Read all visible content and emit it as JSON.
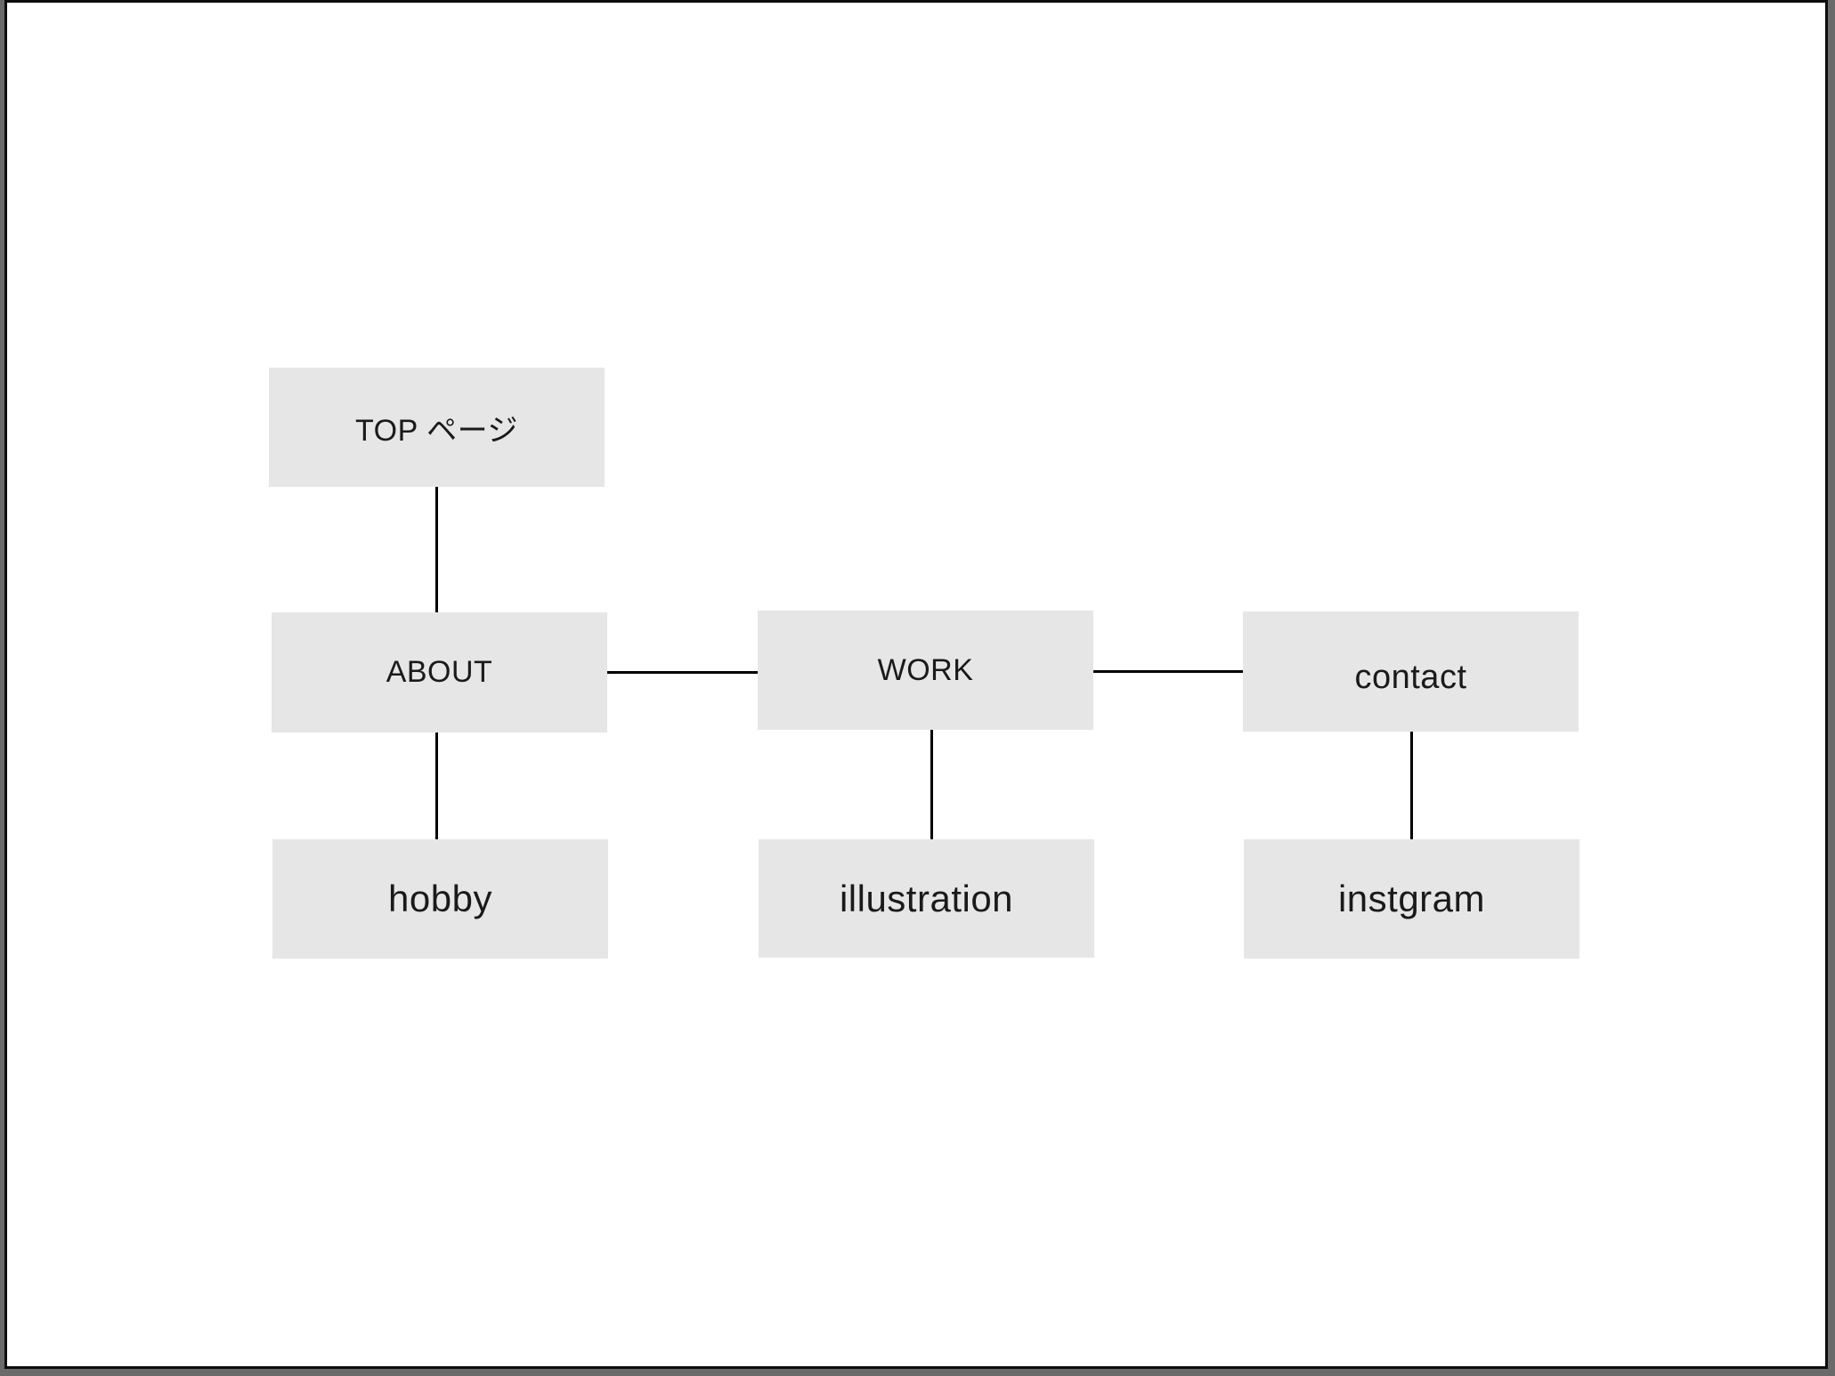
{
  "canvas": {
    "background_color": "#ffffff",
    "frame_border_color": "#0d0d0d",
    "outer_shadow_color": "#6a6a6a"
  },
  "sitemap": {
    "colors": {
      "node_fill": "#e6e6e6",
      "node_text": "#1a1a1a",
      "connector": "#000000"
    },
    "nodes": [
      {
        "id": "top-page",
        "label": "TOP ページ"
      },
      {
        "id": "about",
        "label": "ABOUT"
      },
      {
        "id": "work",
        "label": "WORK"
      },
      {
        "id": "contact",
        "label": "contact"
      },
      {
        "id": "hobby",
        "label": "hobby"
      },
      {
        "id": "illustration",
        "label": "illustration"
      },
      {
        "id": "instgram",
        "label": "instgram"
      }
    ],
    "edges": [
      {
        "from": "top-page",
        "to": "about"
      },
      {
        "from": "about",
        "to": "work"
      },
      {
        "from": "work",
        "to": "contact"
      },
      {
        "from": "about",
        "to": "hobby"
      },
      {
        "from": "work",
        "to": "illustration"
      },
      {
        "from": "contact",
        "to": "instgram"
      }
    ]
  }
}
